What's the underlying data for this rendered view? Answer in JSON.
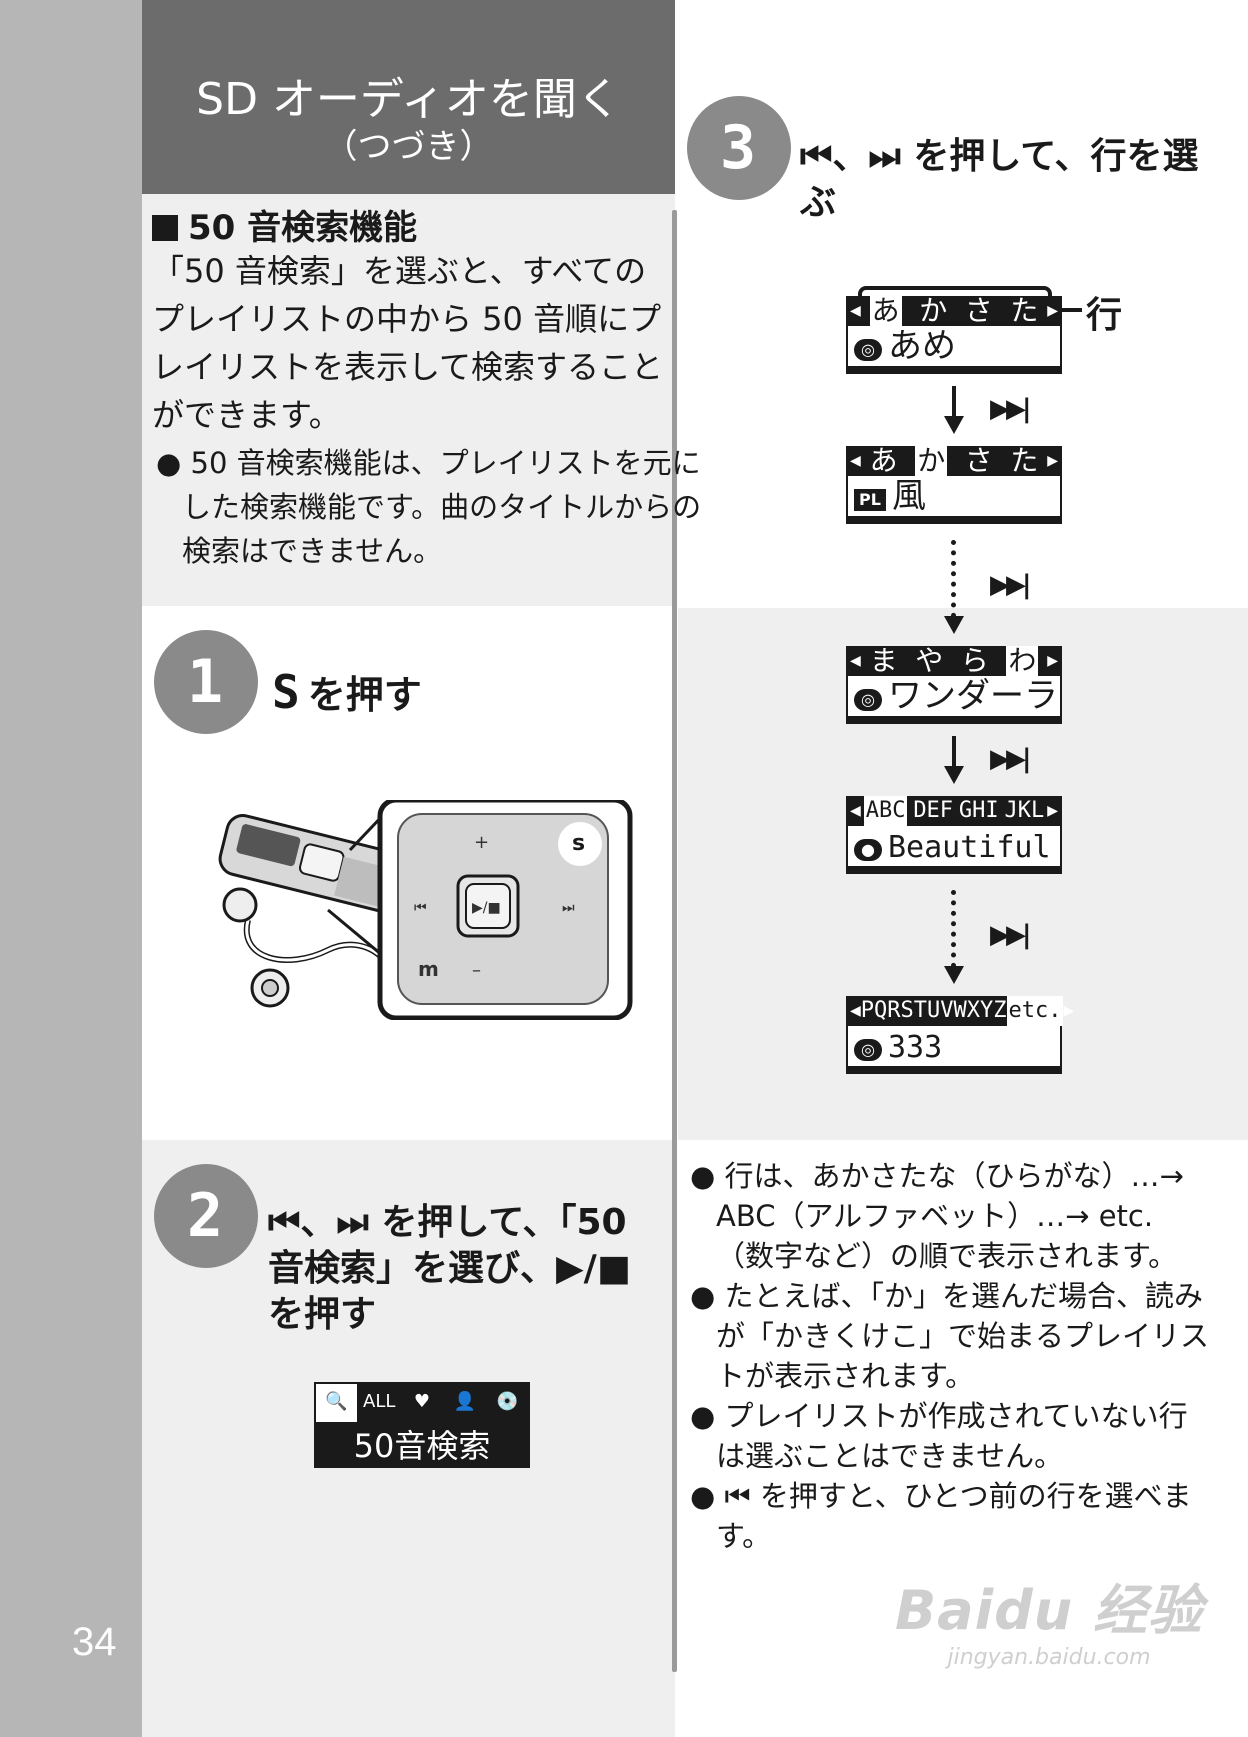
{
  "page": {
    "number": "34",
    "title": "SD オーディオを聞く",
    "subtitle": "（つづき）"
  },
  "intro": {
    "heading": "50 音検索機能",
    "body": "「50 音検索」を選ぶと、すべてのプレイリストの中から 50 音順にプレイリストを表示して検索することができます。",
    "note": "● 50 音検索機能は、プレイリストを元にした検索機能です。曲のタイトルからの検索はできません。"
  },
  "step1": {
    "number": "1",
    "button_glyph": "S",
    "text": "を押す",
    "device_keys": {
      "plus": "+",
      "s": "s",
      "prev": "⏮",
      "play": "▶/■",
      "next": "⏭",
      "m": "m",
      "minus": "–"
    }
  },
  "step2": {
    "number": "2",
    "text": "⏮、⏭ を押して、「50 音検索」を選び、▶/■ を押す",
    "menu": {
      "icons": [
        "🔍",
        "ALL",
        "♥",
        "👤",
        "💿"
      ],
      "label": "50音検索"
    }
  },
  "step3": {
    "number": "3",
    "text": "⏮、⏭ を押して、行を選ぶ",
    "row_callout": "行",
    "forward_label": "▶▶|",
    "displays": [
      {
        "tabs": [
          "あ",
          "か",
          "さ",
          "た"
        ],
        "selected": 0,
        "entry": "あめ",
        "entry_icon": "disc"
      },
      {
        "tabs": [
          "あ",
          "か",
          "さ",
          "た"
        ],
        "selected": 1,
        "entry": "風",
        "entry_icon": "PL"
      },
      {
        "tabs": [
          "ま",
          "や",
          "ら",
          "わ"
        ],
        "selected": 3,
        "entry": "ワンダーラ",
        "entry_icon": "disc"
      },
      {
        "tabs": [
          "ABC",
          "DEF",
          "GHI",
          "JKL"
        ],
        "selected": 0,
        "entry": "Beautiful",
        "entry_icon": "person"
      },
      {
        "tabs": [
          "PQRS",
          "TUV",
          "WXYZ",
          "etc."
        ],
        "selected": 3,
        "entry": "333",
        "entry_icon": "disc"
      }
    ]
  },
  "notes": [
    "● 行は、あかさたな（ひらがな）…→ ABC（アルファベット）…→ etc.（数字など）の順で表示されます。",
    "● たとえば、「か」を選んだ場合、読みが「かきくけこ」で始まるプレイリストが表示されます。",
    "● プレイリストが作成されていない行は選ぶことはできません。",
    "● ⏮ を押すと、ひとつ前の行を選べます。"
  ],
  "watermark": {
    "main": "Baidu 经验",
    "url": "jingyan.baidu.com"
  },
  "colors": {
    "stripe": "#b6b6b6",
    "title_band": "#6c6c6c",
    "panel": "#efefef",
    "circle": "#8a8a8a",
    "ink": "#1a1a1a"
  }
}
